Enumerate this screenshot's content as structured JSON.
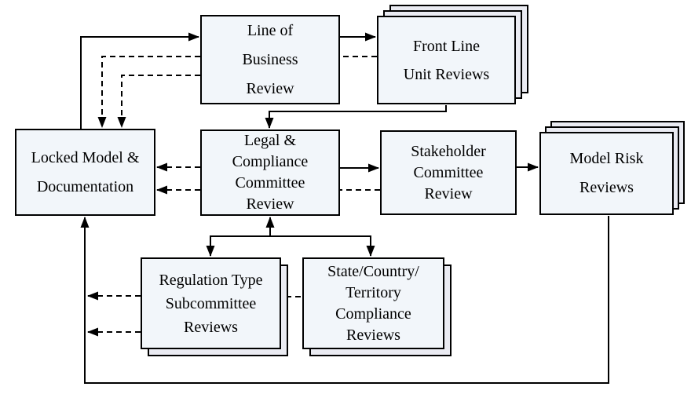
{
  "diagram": {
    "type": "flowchart",
    "nodes": {
      "locked_model": {
        "lines": [
          "Locked Model &",
          "Documentation"
        ]
      },
      "line_of_business": {
        "lines": [
          "Line of",
          "Business",
          "Review"
        ]
      },
      "front_line": {
        "lines": [
          "Front Line",
          "Unit Reviews"
        ],
        "stacked": true
      },
      "legal_compliance": {
        "lines": [
          "Legal &",
          "Compliance",
          "Committee",
          "Review"
        ]
      },
      "stakeholder": {
        "lines": [
          "Stakeholder",
          "Committee",
          "Review"
        ]
      },
      "model_risk": {
        "lines": [
          "Model Risk",
          "Reviews"
        ],
        "stacked": true
      },
      "regulation_type": {
        "lines": [
          "Regulation Type",
          "Subcommittee",
          "Reviews"
        ],
        "stacked": true
      },
      "state_country": {
        "lines": [
          "State/Country/",
          "Territory",
          "Compliance",
          "Reviews"
        ],
        "stacked": true
      }
    },
    "edges": [
      {
        "from": "locked_model",
        "to": "line_of_business",
        "style": "solid"
      },
      {
        "from": "line_of_business",
        "to": "front_line",
        "style": "solid"
      },
      {
        "from": "front_line",
        "to": "legal_compliance",
        "style": "solid"
      },
      {
        "from": "legal_compliance",
        "to": "stakeholder",
        "style": "solid"
      },
      {
        "from": "stakeholder",
        "to": "model_risk",
        "style": "solid"
      },
      {
        "from": "legal_compliance",
        "to": "regulation_type",
        "style": "solid"
      },
      {
        "from": "legal_compliance",
        "to": "state_country",
        "style": "solid"
      },
      {
        "from": "subcommittees",
        "to": "legal_compliance",
        "style": "solid"
      },
      {
        "from": "model_risk",
        "to": "locked_model",
        "style": "solid"
      },
      {
        "from": "line_of_business",
        "to": "locked_model",
        "style": "dashed"
      },
      {
        "from": "front_line",
        "to": "locked_model",
        "style": "dashed"
      },
      {
        "from": "legal_compliance",
        "to": "locked_model",
        "style": "dashed"
      },
      {
        "from": "stakeholder",
        "to": "locked_model",
        "style": "dashed"
      },
      {
        "from": "regulation_type",
        "to": "locked_model",
        "style": "dashed"
      },
      {
        "from": "state_country",
        "to": "locked_model",
        "style": "dashed"
      }
    ]
  },
  "colors": {
    "box_fill": "#f2f6fa",
    "stack_fill": "#eaebf2",
    "line": "#000000",
    "background": "#ffffff"
  }
}
